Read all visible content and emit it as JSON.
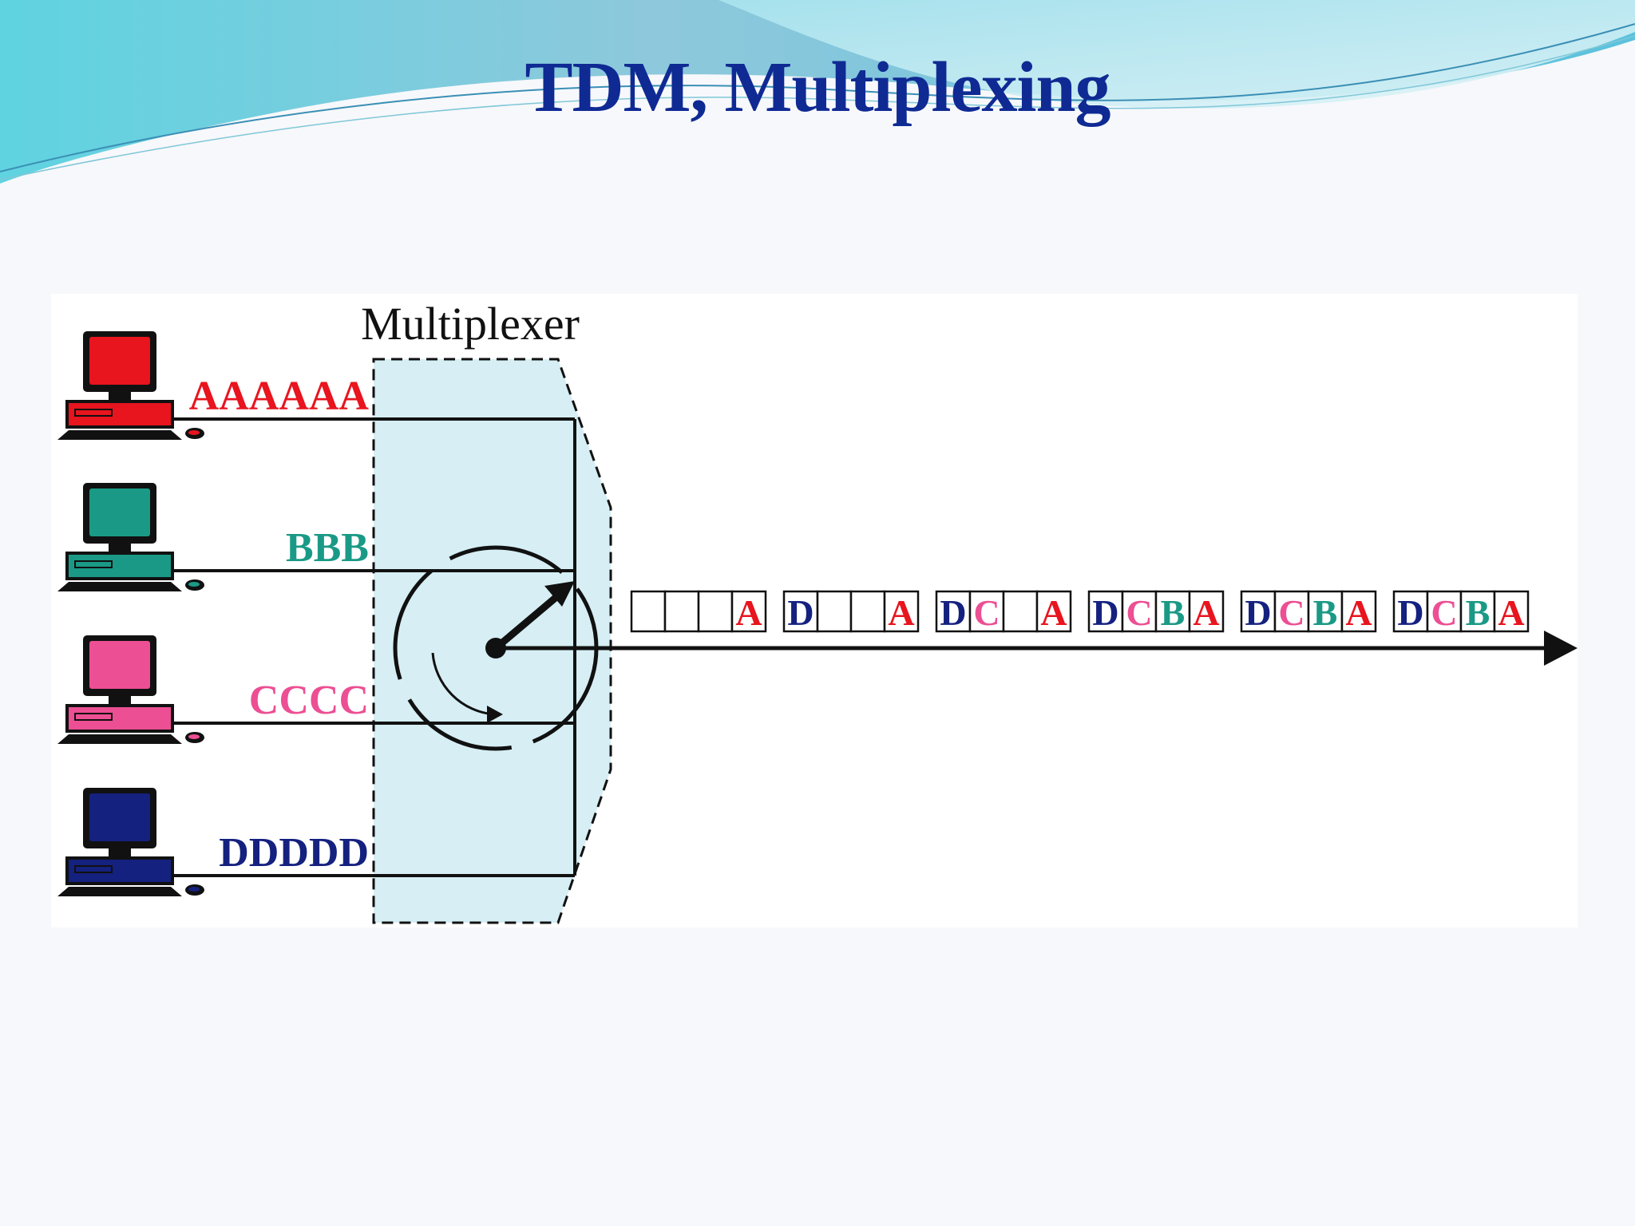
{
  "title": "TDM, Multiplexing",
  "multiplexer_label": "Multiplexer",
  "sources": [
    {
      "label": "AAAAAA",
      "color": "#e8141e"
    },
    {
      "label": "BBB",
      "color": "#1a9a86"
    },
    {
      "label": "CCCC",
      "color": "#ec4f93"
    },
    {
      "label": "DDDDD",
      "color": "#15217f"
    }
  ],
  "frames": [
    [
      "",
      "",
      "",
      "A"
    ],
    [
      "D",
      "",
      "",
      "A"
    ],
    [
      "D",
      "C",
      "",
      "A"
    ],
    [
      "D",
      "C",
      "B",
      "A"
    ],
    [
      "D",
      "C",
      "B",
      "A"
    ],
    [
      "D",
      "C",
      "B",
      "A"
    ]
  ],
  "letter_colors": {
    "A": "#e8141e",
    "B": "#1a9a86",
    "C": "#ec4f93",
    "D": "#15217f"
  },
  "multiplexer_fill": "#d6eef4"
}
